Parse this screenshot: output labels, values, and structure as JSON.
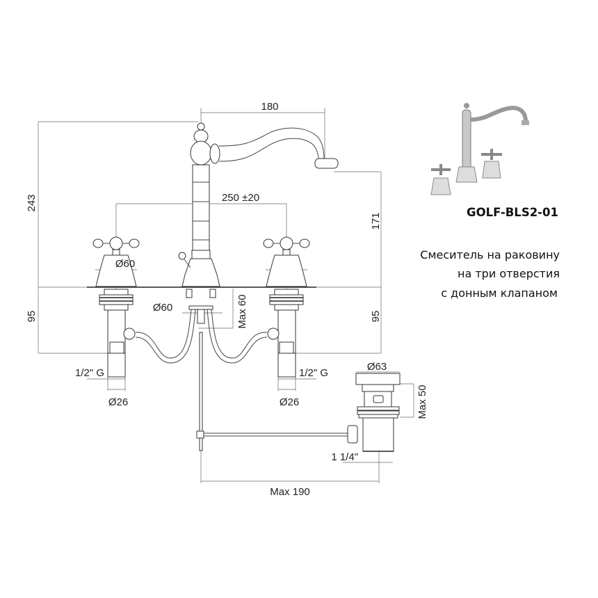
{
  "product": {
    "code": "GOLF-BLS2-01",
    "description_lines": [
      "Смеситель на раковину",
      "на три отверстия",
      "с донным клапаном"
    ]
  },
  "dimensions": {
    "spout_reach": "180",
    "total_height": "243",
    "spout_height": "171",
    "handle_spacing": "250 ±20",
    "handle_base_diameter": "Ø60",
    "body_base_diameter": "Ø60",
    "max_deck_thickness": "Max 60",
    "below_deck_left": "95",
    "below_deck_right": "95",
    "thread_left": "1/2\" G",
    "thread_right": "1/2\" G",
    "pipe_diameter_left": "Ø26",
    "pipe_diameter_right": "Ø26",
    "drain_diameter": "Ø63",
    "drain_max_height": "Max 50",
    "drain_thread": "1 1/4\"",
    "rod_max_length": "Max 190"
  }
}
